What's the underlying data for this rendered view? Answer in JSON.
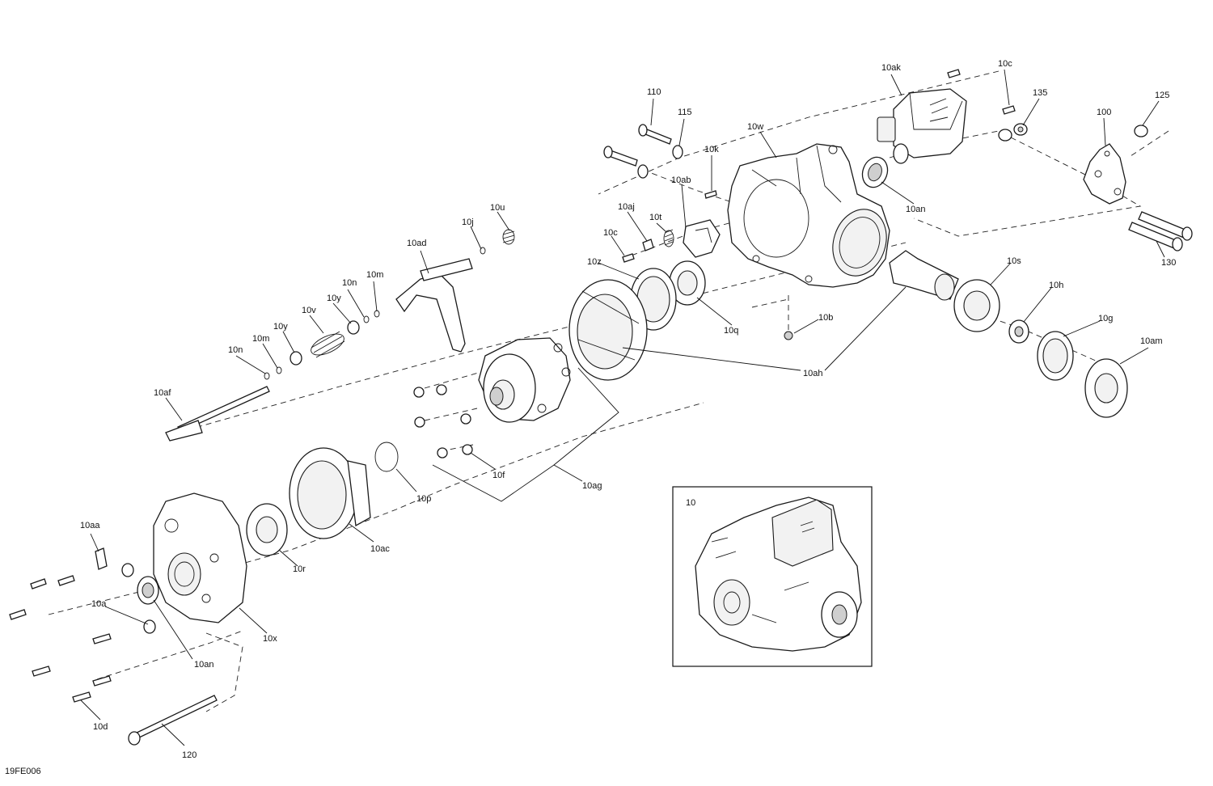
{
  "drawing_code": "19FE006",
  "inset_label": "10",
  "callouts": {
    "c110": "110",
    "c115": "115",
    "c10w": "10w",
    "c10k": "10k",
    "c10ak": "10ak",
    "c10c_top": "10c",
    "c135": "135",
    "c125": "125",
    "c100": "100",
    "c10an_top": "10an",
    "c130": "130",
    "c10ab": "10ab",
    "c10aj": "10aj",
    "c10t": "10t",
    "c10c_mid": "10c",
    "c10z": "10z",
    "c10q": "10q",
    "c10b": "10b",
    "c10s": "10s",
    "c10h": "10h",
    "c10g": "10g",
    "c10am": "10am",
    "c10ah": "10ah",
    "c10u": "10u",
    "c10j": "10j",
    "c10ad": "10ad",
    "c10m_top": "10m",
    "c10n_top": "10n",
    "c10y_top": "10y",
    "c10v": "10v",
    "c10y_low": "10y",
    "c10m_low": "10m",
    "c10n_low": "10n",
    "c10af": "10af",
    "c10f": "10f",
    "c10ag": "10ag",
    "c10p": "10p",
    "c10ac": "10ac",
    "c10r": "10r",
    "c10aa": "10aa",
    "c10a": "10a",
    "c10an_low": "10an",
    "c10x": "10x",
    "c10d": "10d",
    "c120": "120"
  }
}
